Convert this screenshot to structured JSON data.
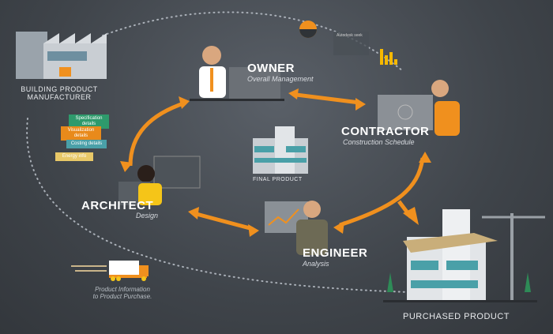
{
  "roles": {
    "owner": {
      "title": "OWNER",
      "subtitle": "Overall Management"
    },
    "contractor": {
      "title": "CONTRACTOR",
      "subtitle": "Construction Schedule"
    },
    "architect": {
      "title": "ARCHITECT",
      "subtitle": "Design"
    },
    "engineer": {
      "title": "ENGINEER",
      "subtitle": "Analysis"
    }
  },
  "manufacturer": "BUILDING PRODUCT MANUFACTURER",
  "final_product": "FINAL PRODUCT",
  "purchased_product": "PURCHASED PRODUCT",
  "truck_caption": {
    "line1": "Product Information",
    "line2": "to Product Purchase."
  },
  "seek_label": "Autodesk seek",
  "info_cards": [
    "Specification details",
    "Visualization details",
    "Costing details",
    "Energy info"
  ],
  "colors": {
    "accent": "#f0901e",
    "background": "#3e4349"
  }
}
